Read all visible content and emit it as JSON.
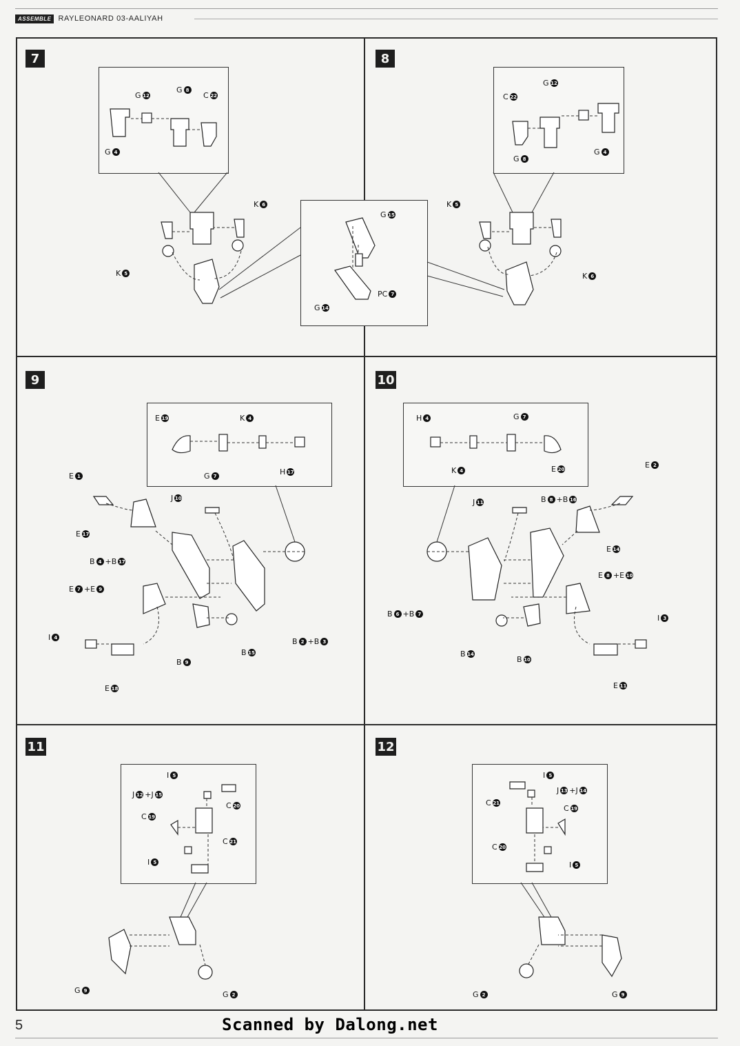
{
  "header": {
    "tag": "ASSEMBLE",
    "title": "RAYLEONARD 03-AALIYAH"
  },
  "steps": [
    {
      "number": "7",
      "labels": [
        {
          "id": "s7-g12",
          "prefix": "G",
          "num": "12"
        },
        {
          "id": "s7-g8",
          "prefix": "G",
          "num": "8"
        },
        {
          "id": "s7-c22",
          "prefix": "C",
          "num": "22"
        },
        {
          "id": "s7-g4",
          "prefix": "G",
          "num": "4"
        },
        {
          "id": "s7-k6",
          "prefix": "K",
          "num": "6"
        },
        {
          "id": "s7-k5",
          "prefix": "K",
          "num": "5"
        }
      ]
    },
    {
      "number": "8",
      "labels": [
        {
          "id": "s8-g12",
          "prefix": "G",
          "num": "12"
        },
        {
          "id": "s8-c22",
          "prefix": "C",
          "num": "22"
        },
        {
          "id": "s8-g8",
          "prefix": "G",
          "num": "8"
        },
        {
          "id": "s8-g4",
          "prefix": "G",
          "num": "4"
        },
        {
          "id": "s8-k5",
          "prefix": "K",
          "num": "5"
        },
        {
          "id": "s8-k6",
          "prefix": "K",
          "num": "6"
        }
      ]
    },
    {
      "number": "shared",
      "labels": [
        {
          "id": "sh-g15",
          "prefix": "G",
          "num": "15"
        },
        {
          "id": "sh-g14",
          "prefix": "G",
          "num": "14"
        },
        {
          "id": "sh-pc7",
          "prefix": "PC",
          "num": "7"
        }
      ]
    },
    {
      "number": "9",
      "labels": [
        {
          "id": "s9-e19",
          "prefix": "E",
          "num": "19"
        },
        {
          "id": "s9-k4",
          "prefix": "K",
          "num": "4"
        },
        {
          "id": "s9-g7",
          "prefix": "G",
          "num": "7"
        },
        {
          "id": "s9-h17",
          "prefix": "H",
          "num": "17"
        },
        {
          "id": "s9-e1",
          "prefix": "E",
          "num": "1"
        },
        {
          "id": "s9-j10",
          "prefix": "J",
          "num": "10"
        },
        {
          "id": "s9-e17",
          "prefix": "E",
          "num": "17"
        },
        {
          "id": "s9-b4b17",
          "prefix": "B",
          "num": "4",
          "plus": "+B",
          "num2": "17"
        },
        {
          "id": "s9-e7e9",
          "prefix": "E",
          "num": "7",
          "plus": "+E",
          "num2": "9"
        },
        {
          "id": "s9-i4",
          "prefix": "I",
          "num": "4"
        },
        {
          "id": "s9-b15",
          "prefix": "B",
          "num": "15"
        },
        {
          "id": "s9-b2b3",
          "prefix": "B",
          "num": "2",
          "plus": "+B",
          "num2": "3"
        },
        {
          "id": "s9-b9",
          "prefix": "B",
          "num": "9"
        },
        {
          "id": "s9-e18",
          "prefix": "E",
          "num": "18"
        }
      ]
    },
    {
      "number": "10",
      "labels": [
        {
          "id": "s10-h4",
          "prefix": "H",
          "num": "4"
        },
        {
          "id": "s10-g7",
          "prefix": "G",
          "num": "7"
        },
        {
          "id": "s10-k4",
          "prefix": "K",
          "num": "4"
        },
        {
          "id": "s10-e20",
          "prefix": "E",
          "num": "20"
        },
        {
          "id": "s10-e2",
          "prefix": "E",
          "num": "2"
        },
        {
          "id": "s10-j11",
          "prefix": "J",
          "num": "11"
        },
        {
          "id": "s10-b8b16",
          "prefix": "B",
          "num": "8",
          "plus": "+B",
          "num2": "16"
        },
        {
          "id": "s10-e14",
          "prefix": "E",
          "num": "14"
        },
        {
          "id": "s10-e8e10",
          "prefix": "E",
          "num": "8",
          "plus": "+E",
          "num2": "10"
        },
        {
          "id": "s10-b6b7",
          "prefix": "B",
          "num": "6",
          "plus": "+B",
          "num2": "7"
        },
        {
          "id": "s10-i3",
          "prefix": "I",
          "num": "3"
        },
        {
          "id": "s10-b14",
          "prefix": "B",
          "num": "14"
        },
        {
          "id": "s10-b10",
          "prefix": "B",
          "num": "10"
        },
        {
          "id": "s10-e11",
          "prefix": "E",
          "num": "11"
        }
      ]
    },
    {
      "number": "11",
      "labels": [
        {
          "id": "s11-i5a",
          "prefix": "I",
          "num": "5"
        },
        {
          "id": "s11-j12j15",
          "prefix": "J",
          "num": "12",
          "plus": "+J",
          "num2": "15"
        },
        {
          "id": "s11-c20",
          "prefix": "C",
          "num": "20"
        },
        {
          "id": "s11-c19",
          "prefix": "C",
          "num": "19"
        },
        {
          "id": "s11-c21",
          "prefix": "C",
          "num": "21"
        },
        {
          "id": "s11-i5b",
          "prefix": "I",
          "num": "5"
        },
        {
          "id": "s11-g9",
          "prefix": "G",
          "num": "9"
        },
        {
          "id": "s11-g2",
          "prefix": "G",
          "num": "2"
        }
      ]
    },
    {
      "number": "12",
      "labels": [
        {
          "id": "s12-i5a",
          "prefix": "I",
          "num": "5"
        },
        {
          "id": "s12-j13j14",
          "prefix": "J",
          "num": "13",
          "plus": "+J",
          "num2": "14"
        },
        {
          "id": "s12-c21",
          "prefix": "C",
          "num": "21"
        },
        {
          "id": "s12-c19",
          "prefix": "C",
          "num": "19"
        },
        {
          "id": "s12-c20",
          "prefix": "C",
          "num": "20"
        },
        {
          "id": "s12-i5b",
          "prefix": "I",
          "num": "5"
        },
        {
          "id": "s12-g2",
          "prefix": "G",
          "num": "2"
        },
        {
          "id": "s12-g9",
          "prefix": "G",
          "num": "9"
        }
      ]
    }
  ],
  "footer": {
    "page": "5",
    "credit": "Scanned by Dalong.net"
  }
}
